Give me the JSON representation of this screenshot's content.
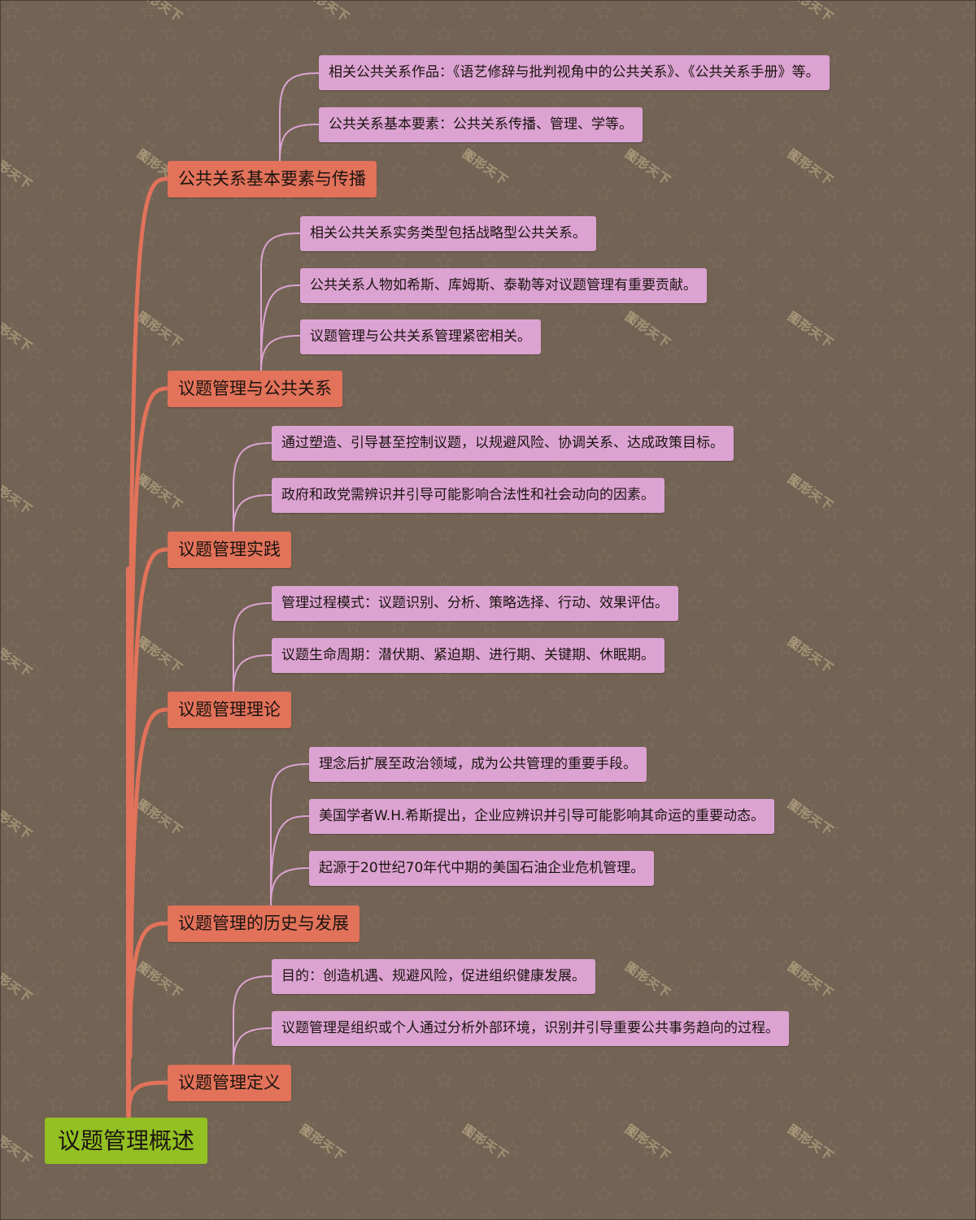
{
  "mindmap": {
    "root": {
      "label": "议题管理概述",
      "color": "#93c023"
    },
    "branch_color": "#e2725a",
    "leaf_color": "#dca3d2",
    "background_color": "#726354",
    "watermark": "图形天下",
    "branches": [
      {
        "label": "公共关系基本要素与传播",
        "children": [
          "相关公共关系作品：《语艺修辞与批判视角中的公共关系》、《公共关系手册》等。",
          "公共关系基本要素：公共关系传播、管理、学等。"
        ]
      },
      {
        "label": "议题管理与公共关系",
        "children": [
          "相关公共关系实务类型包括战略型公共关系。",
          "公共关系人物如希斯、库姆斯、泰勒等对议题管理有重要贡献。",
          "议题管理与公共关系管理紧密相关。"
        ]
      },
      {
        "label": "议题管理实践",
        "children": [
          "通过塑造、引导甚至控制议题，以规避风险、协调关系、达成政策目标。",
          "政府和政党需辨识并引导可能影响合法性和社会动向的因素。"
        ]
      },
      {
        "label": "议题管理理论",
        "children": [
          "管理过程模式：议题识别、分析、策略选择、行动、效果评估。",
          "议题生命周期：潜伏期、紧迫期、进行期、关键期、休眠期。"
        ]
      },
      {
        "label": "议题管理的历史与发展",
        "children": [
          "理念后扩展至政治领域，成为公共管理的重要手段。",
          "美国学者W.H.希斯提出，企业应辨识并引导可能影响其命运的重要动态。",
          "起源于20世纪70年代中期的美国石油企业危机管理。"
        ]
      },
      {
        "label": "议题管理定义",
        "children": [
          "目的：创造机遇、规避风险，促进组织健康发展。",
          "议题管理是组织或个人通过分析外部环境，识别并引导重要公共事务趋向的过程。"
        ]
      }
    ]
  }
}
